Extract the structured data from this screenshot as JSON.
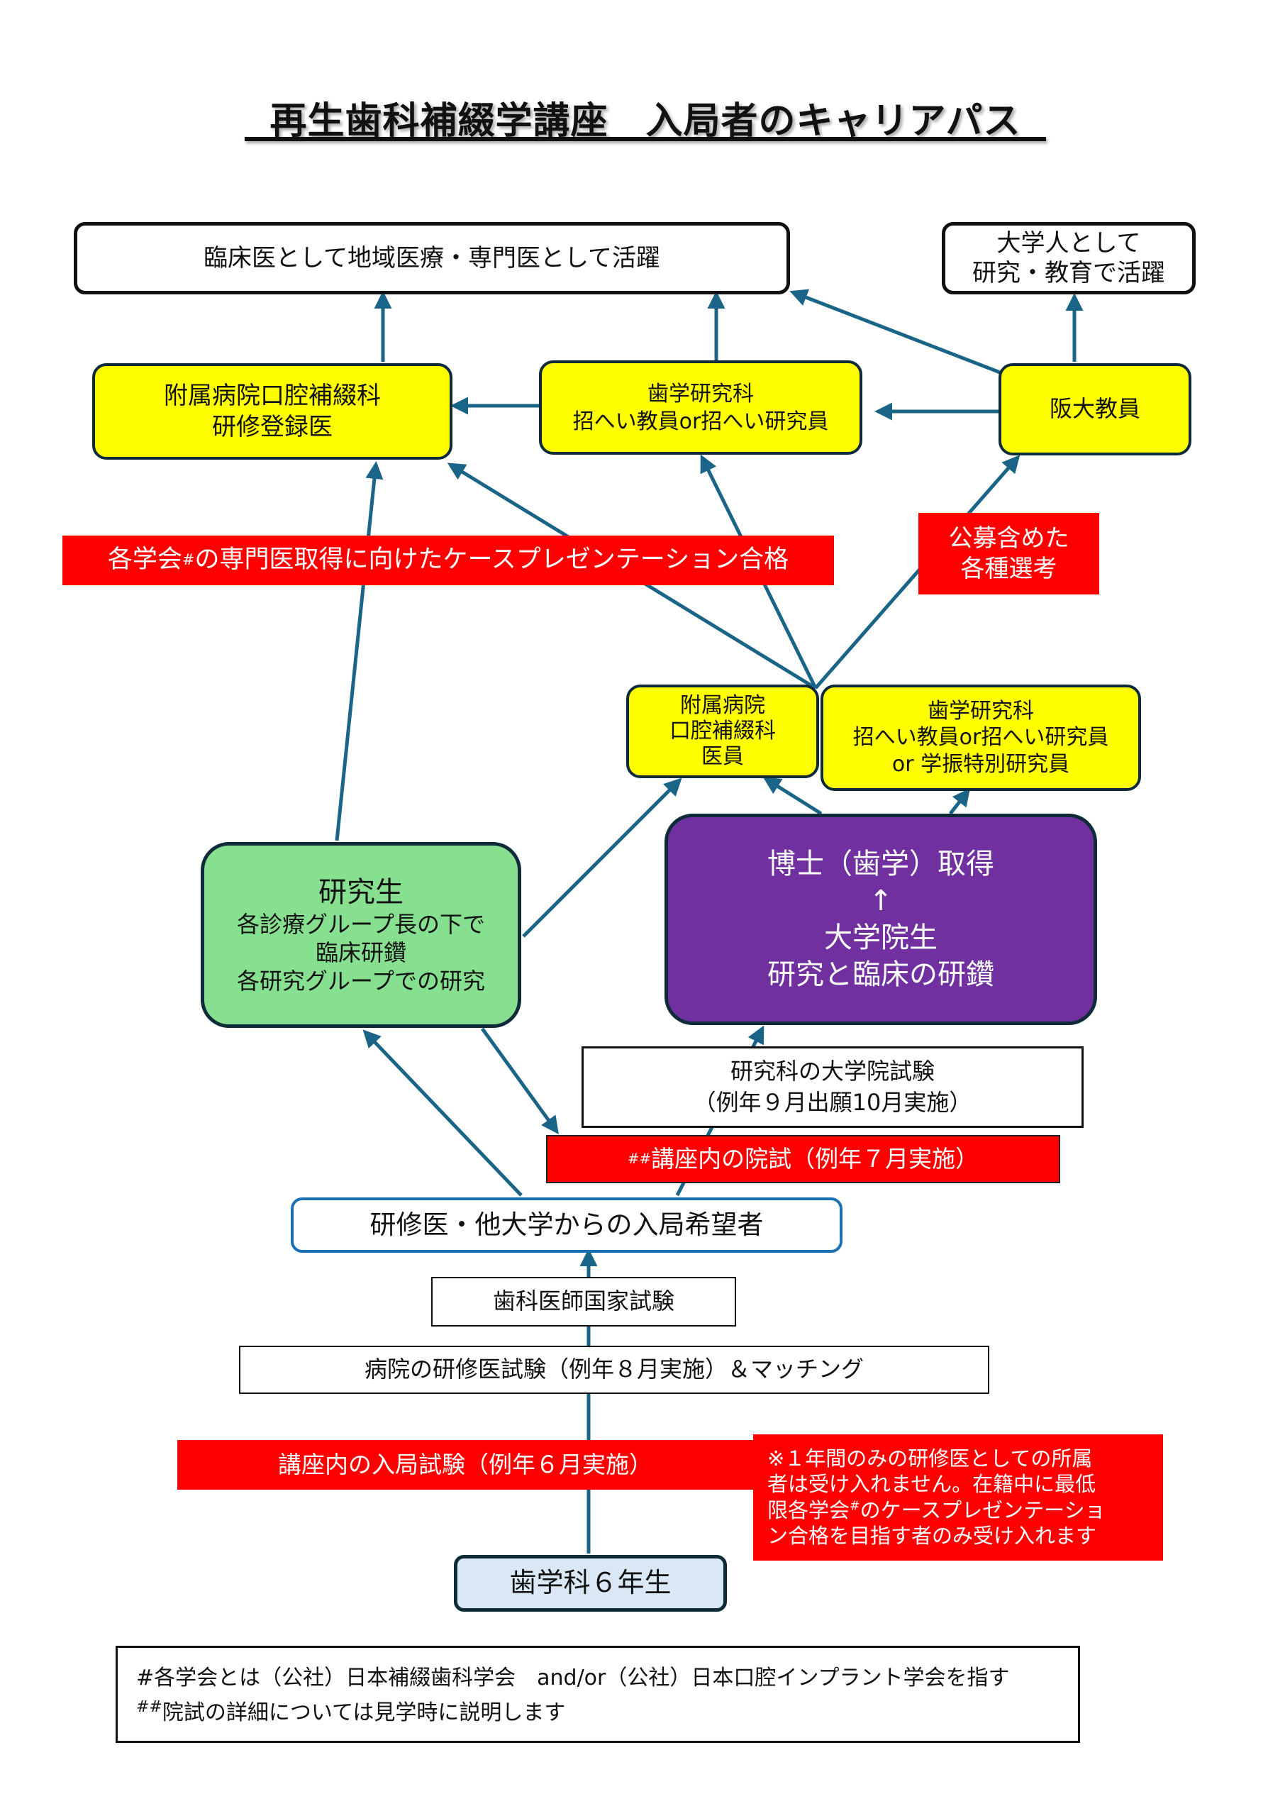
{
  "title": "再生歯科補綴学講座　入局者のキャリアパス",
  "colors": {
    "arrow": "#1a6587",
    "yellow": "#ffff00",
    "green": "#86e08f",
    "purple": "#7030a0",
    "red": "#ff0000",
    "light_blue": "#dae8f5",
    "blue_border": "#1b6fb3"
  },
  "outcomes": {
    "clinical": "臨床医として地域医療・専門医として活躍",
    "academic": [
      "大学人として",
      "研究・教育で活躍"
    ]
  },
  "positions_top": {
    "hospital_registered": [
      "附属病院口腔補綴科",
      "研修登録医"
    ],
    "graduate_school_invited": [
      "歯学研究科",
      "招へい教員or招へい研究員"
    ],
    "osaka_faculty": "阪大教員"
  },
  "banners": {
    "case_presentation": {
      "prefix": "各学会",
      "mark": "#",
      "suffix": "の専門医取得に向けたケースプレゼンテーション合格"
    },
    "selection": [
      "公募含めた",
      "各種選考"
    ]
  },
  "positions_mid": {
    "hospital_staff": [
      "附属病院",
      "口腔補綴科",
      "医員"
    ],
    "graduate_school_staff": [
      "歯学研究科",
      "招へい教員or招へい研究員",
      "or 学振特別研究員"
    ]
  },
  "research_student": {
    "title": "研究生",
    "lines": [
      "各診療グループ長の下で",
      "臨床研鑽",
      "各研究グループでの研究"
    ]
  },
  "phd": {
    "title": "博士（歯学）取得",
    "arrow": "↑",
    "lines": [
      "大学院生",
      "研究と臨床の研鑽"
    ]
  },
  "exams": {
    "graduate_exam": [
      "研究科の大学院試験",
      "（例年９月出願10月実施）"
    ],
    "internal_grad_exam": {
      "mark": "##",
      "text": "講座内の院試（例年７月実施）"
    },
    "applicants": "研修医・他大学からの入局希望者",
    "national_exam": "歯科医師国家試験",
    "residency_exam": "病院の研修医試験（例年８月実施）＆マッチング",
    "entry_exam": "講座内の入局試験（例年６月実施）"
  },
  "warning_note": {
    "line1": "※１年間のみの研修医としての所属",
    "line2": "者は受け入れません。在籍中に最低",
    "line3_prefix": "限各学会",
    "line3_mark": "#",
    "line3_suffix": "のケースプレゼンテーショ",
    "line4": "ン合格を目指す者のみ受け入れます"
  },
  "start": "歯学科６年生",
  "footnotes": {
    "note1": "#各学会とは（公社）日本補綴歯科学会　and/or（公社）日本口腔インプラント学会を指す",
    "note2_mark": "##",
    "note2_text": "院試の詳細については見学時に説明します"
  }
}
